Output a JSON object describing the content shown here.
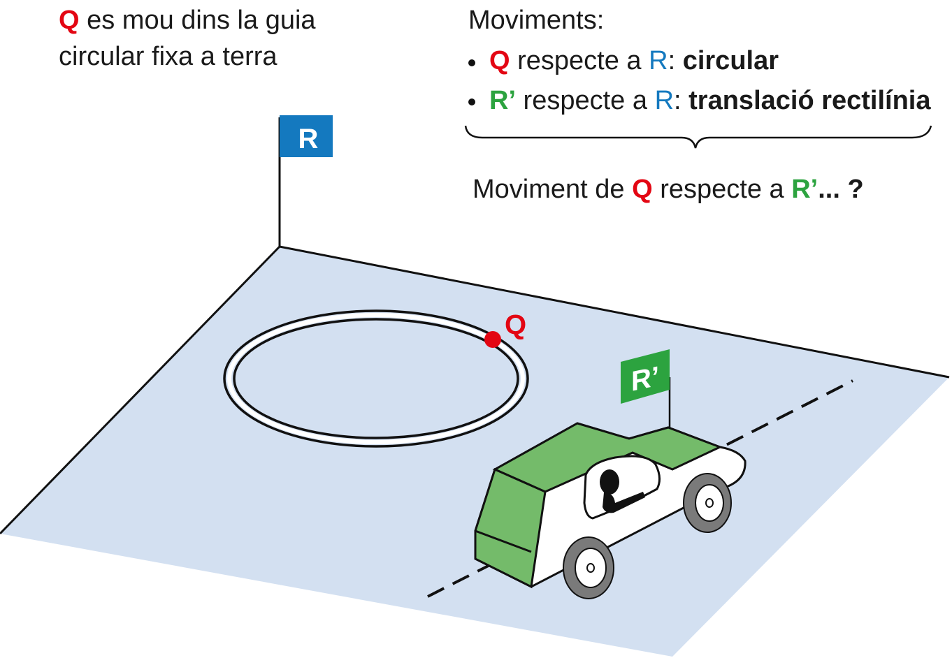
{
  "intro": {
    "q": "Q",
    "line1_rest": " es mou dins la guia",
    "line2": "circular fixa a terra"
  },
  "moves": {
    "title": "Moviments:",
    "bullet1": {
      "a": "Q",
      "mid": " respecte a ",
      "b": "R",
      "sep": ": ",
      "kind": "circular"
    },
    "bullet2": {
      "a": "R’",
      "mid": " respecte a ",
      "b": "R",
      "sep": ": ",
      "kind": "translació rectilínia"
    }
  },
  "question": {
    "pre": "Moviment de ",
    "q": "Q",
    "mid": " respecte a ",
    "r": "R’",
    "post": "... ?"
  },
  "flags": {
    "r": "R",
    "rprime": "R’"
  },
  "point_label": "Q",
  "colors": {
    "red": "#e30613",
    "blue": "#1479bf",
    "green": "#2ca33f",
    "ground": "#d3e0f1",
    "car_green": "#74bb6a",
    "tire": "#7a7a7a"
  }
}
